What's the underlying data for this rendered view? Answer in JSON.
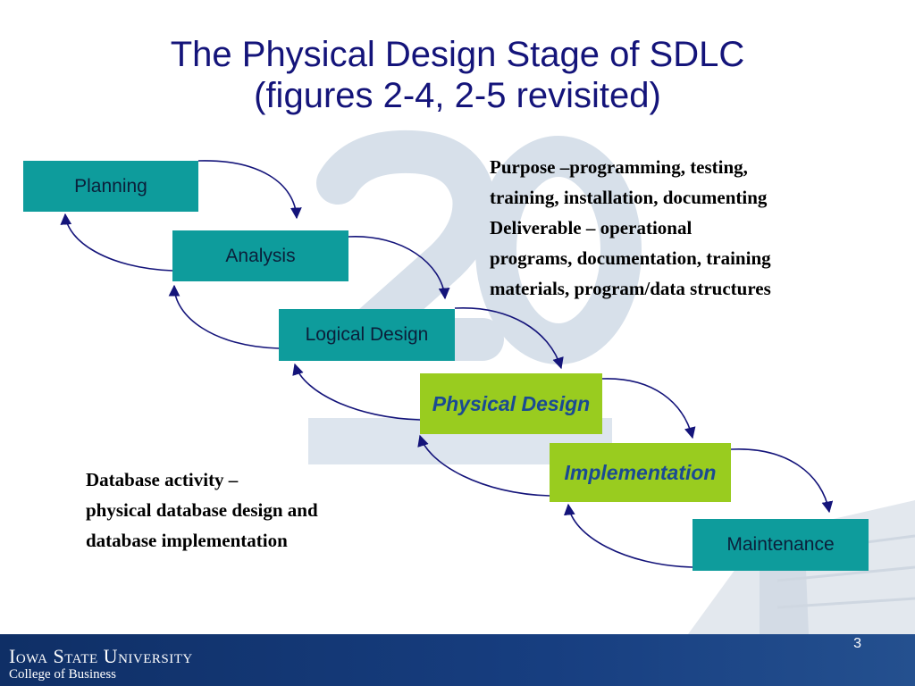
{
  "title": {
    "line1": "The Physical Design Stage of SDLC",
    "line2": "(figures 2-4, 2-5 revisited)"
  },
  "stages": [
    {
      "label": "Planning",
      "highlight": false
    },
    {
      "label": "Analysis",
      "highlight": false
    },
    {
      "label": "Logical Design",
      "highlight": false
    },
    {
      "label": "Physical Design",
      "highlight": true
    },
    {
      "label": "Implementation",
      "highlight": true
    },
    {
      "label": "Maintenance",
      "highlight": false
    }
  ],
  "notes": {
    "purpose": {
      "line1": "Purpose –programming, testing,",
      "line2": "training, installation, documenting",
      "line3": "Deliverable – operational",
      "line4": "programs, documentation, training",
      "line5": "materials, program/data structures"
    },
    "database": {
      "line1": "Database activity –",
      "line2": "physical database design and",
      "line3": "database implementation"
    }
  },
  "footer": {
    "university": "Iowa State University",
    "college": "College of Business",
    "page_number": "3"
  },
  "colors": {
    "title": "#14147a",
    "teal_box": "#0e9c9c",
    "green_box": "#99cc1f",
    "arrow": "#14147a",
    "footer": "#173e80"
  }
}
